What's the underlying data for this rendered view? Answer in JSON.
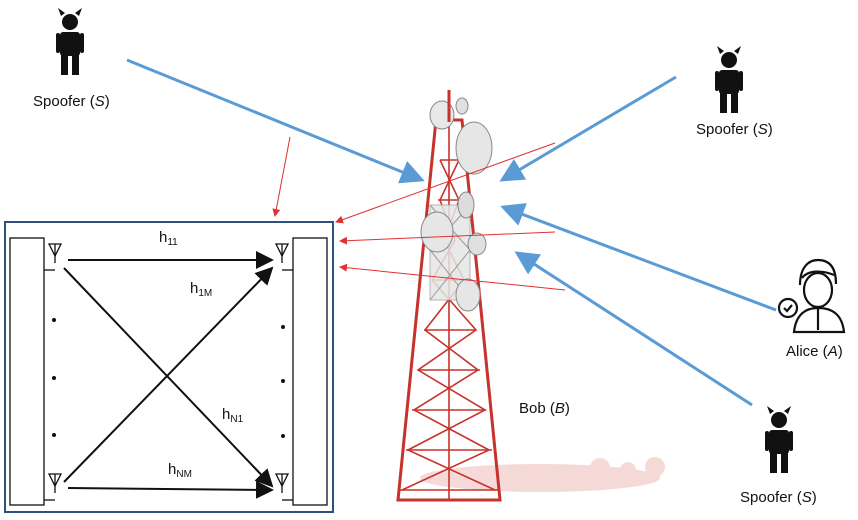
{
  "spoofers": [
    {
      "name": "Spoofer",
      "sym": "S"
    },
    {
      "name": "Spoofer",
      "sym": "S"
    },
    {
      "name": "Spoofer",
      "sym": "S"
    }
  ],
  "alice": {
    "name": "Alice",
    "sym": "A"
  },
  "bob": {
    "name": "Bob",
    "sym": "B"
  },
  "channels": [
    {
      "base": "h",
      "sub": "11"
    },
    {
      "base": "h",
      "sub": "1M"
    },
    {
      "base": "h",
      "sub": "N1"
    },
    {
      "base": "h",
      "sub": "NM"
    }
  ],
  "colors": {
    "attack": "#5b9bd5",
    "leak": "#e03030",
    "box": "#2f4f7f",
    "tower_red": "#c8322a",
    "tower_white": "#d8d8d8"
  }
}
